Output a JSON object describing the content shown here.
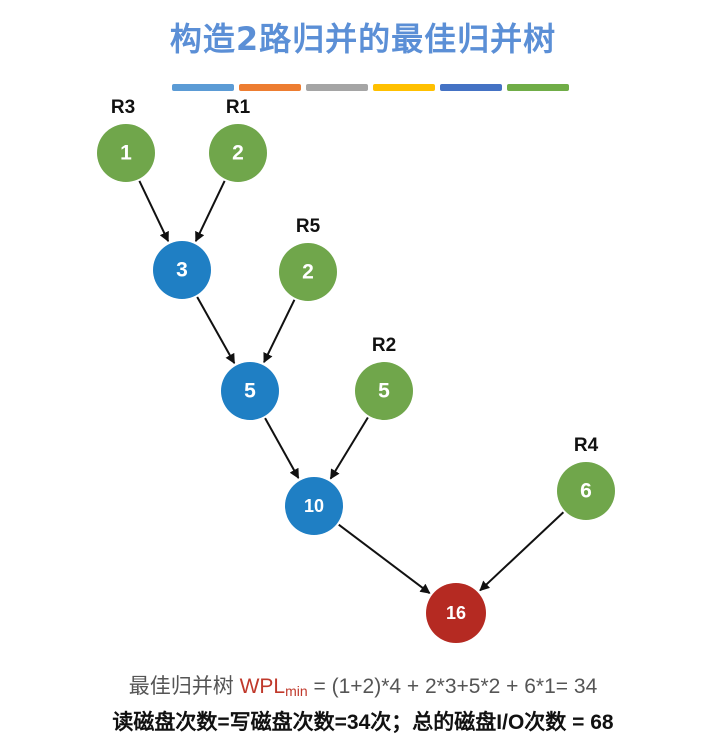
{
  "title": "构造2路归并的最佳归并树",
  "color_bar": [
    "#5b9bd5",
    "#ed7d31",
    "#a5a5a5",
    "#ffc000",
    "#4472c4",
    "#70ad47"
  ],
  "colors": {
    "leaf": "#70a64b",
    "internal": "#1f7fc4",
    "root": "#b52a22",
    "arrow": "#111111"
  },
  "tree": {
    "nodes": [
      {
        "id": "n1",
        "value": "1",
        "kind": "leaf",
        "run": "R3"
      },
      {
        "id": "n2",
        "value": "2",
        "kind": "leaf",
        "run": "R1"
      },
      {
        "id": "n3",
        "value": "3",
        "kind": "internal",
        "run": ""
      },
      {
        "id": "n4",
        "value": "2",
        "kind": "leaf",
        "run": "R5"
      },
      {
        "id": "n5",
        "value": "5",
        "kind": "internal",
        "run": ""
      },
      {
        "id": "n6",
        "value": "5",
        "kind": "leaf",
        "run": "R2"
      },
      {
        "id": "n7",
        "value": "10",
        "kind": "internal",
        "run": ""
      },
      {
        "id": "n8",
        "value": "6",
        "kind": "leaf",
        "run": "R4"
      },
      {
        "id": "n9",
        "value": "16",
        "kind": "root",
        "run": ""
      }
    ],
    "edges": [
      {
        "from": "n1",
        "to": "n3"
      },
      {
        "from": "n2",
        "to": "n3"
      },
      {
        "from": "n3",
        "to": "n5"
      },
      {
        "from": "n4",
        "to": "n5"
      },
      {
        "from": "n5",
        "to": "n7"
      },
      {
        "from": "n6",
        "to": "n7"
      },
      {
        "from": "n7",
        "to": "n9"
      },
      {
        "from": "n8",
        "to": "n9"
      }
    ]
  },
  "formula": {
    "prefix": "最佳归并树 ",
    "wpl": "WPL",
    "wpl_sub": "min",
    "expression": " = (1+2)*4 + 2*3+5*2 + 6*1= 34"
  },
  "summary": "读磁盘次数=写磁盘次数=34次；总的磁盘I/O次数 = 68"
}
